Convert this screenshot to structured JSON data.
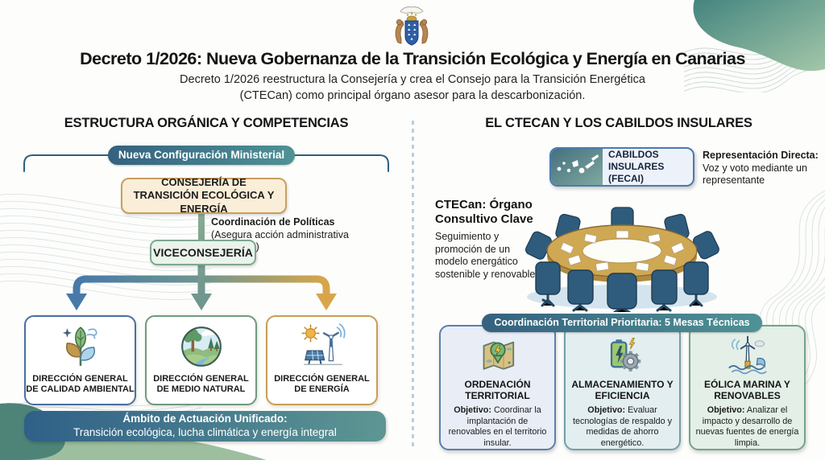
{
  "header": {
    "emblem_icon": "canary-islands-coat-of-arms-icon",
    "title": "Decreto 1/2026: Nueva Gobernanza de la Transición Ecológica y Energía en Canarias",
    "subtitle_line1": "Decreto 1/2026 reestructura la Consejería y crea el Consejo para la Transición Energética",
    "subtitle_line2": "(CTECan) como principal órgano asesor para la descarbonización."
  },
  "left_panel": {
    "section_title": "ESTRUCTURA ORGÁNICA Y COMPETENCIAS",
    "ministerial_badge": "Nueva Configuración Ministerial",
    "consejeria_label": "CONSEJERÍA DE TRANSICIÓN ECOLÓGICA Y ENERGÍA",
    "coordinacion_title": "Coordinación de Políticas",
    "coordinacion_note": "(Asegura acción administrativa coherente)",
    "viceconsejeria_label": "VICECONSEJERÍA",
    "direcciones": [
      {
        "label": "DIRECCIÓN GENERAL DE CALIDAD AMBIENTAL",
        "icon": "leaves-air-quality-icon",
        "accent": "#4a6fa0"
      },
      {
        "label": "DIRECCIÓN GENERAL DE MEDIO NATURAL",
        "icon": "nature-landscape-icon",
        "accent": "#6f9a7d"
      },
      {
        "label": "DIRECCIÓN GENERAL DE ENERGÍA",
        "icon": "sun-wind-solar-icon",
        "accent": "#c6a054"
      }
    ],
    "ambito_title": "Ámbito de Actuación Unificado:",
    "ambito_text": "Transición ecológica, lucha climática y energía integral"
  },
  "right_panel": {
    "section_title": "EL CTECAN Y LOS CABILDOS INSULARES",
    "cabildos_icon": "canary-islands-map-icon",
    "cabildos_line1": "CABILDOS",
    "cabildos_line2": "INSULARES (FECAI)",
    "representacion_title": "Representación Directa:",
    "representacion_text": "Voz y voto mediante un representante",
    "ctecan_title": "CTECan: Órgano Consultivo Clave",
    "ctecan_text": "Seguimiento y promoción de un modelo energático sostenible y renovable",
    "table_illustration_icon": "round-table-meeting-illustration",
    "mesas_badge": "Coordinación Territorial Prioritaria: 5 Mesas Técnicas",
    "mesas": [
      {
        "title": "ORDENACIÓN TERRITORIAL",
        "objetivo_label": "Objetivo:",
        "objetivo_text": " Coordinar la implantación de renovables en el territorio insular.",
        "icon": "map-pin-bolt-icon"
      },
      {
        "title": "ALMACENAMIENTO Y EFICIENCIA",
        "objetivo_label": "Objetivo:",
        "objetivo_text": " Evaluar tecnologías de respaldo y medidas de ahorro energético.",
        "icon": "battery-gear-icon"
      },
      {
        "title": "EÓLICA MARINA Y RENOVABLES",
        "objetivo_label": "Objetivo:",
        "objetivo_text": " Analizar el impacto y desarrollo de nuevas fuentes de energía limpia.",
        "icon": "offshore-wind-icon"
      }
    ]
  },
  "colors": {
    "badge_gradient_start": "#34617f",
    "badge_gradient_end": "#4f9295",
    "arrow_blue": "#4779a9",
    "arrow_teal": "#6f968f",
    "arrow_gold": "#d8a64a",
    "consejeria_bg": "#faeed8",
    "consejeria_border": "#c99f5e",
    "viceconsejeria_bg": "#eaf3ec",
    "viceconsejeria_border": "#7fa88f",
    "ambito_gradient_start": "#2f6088",
    "ambito_gradient_end": "#5d9693",
    "divider_dash": "#b5cfe2"
  }
}
